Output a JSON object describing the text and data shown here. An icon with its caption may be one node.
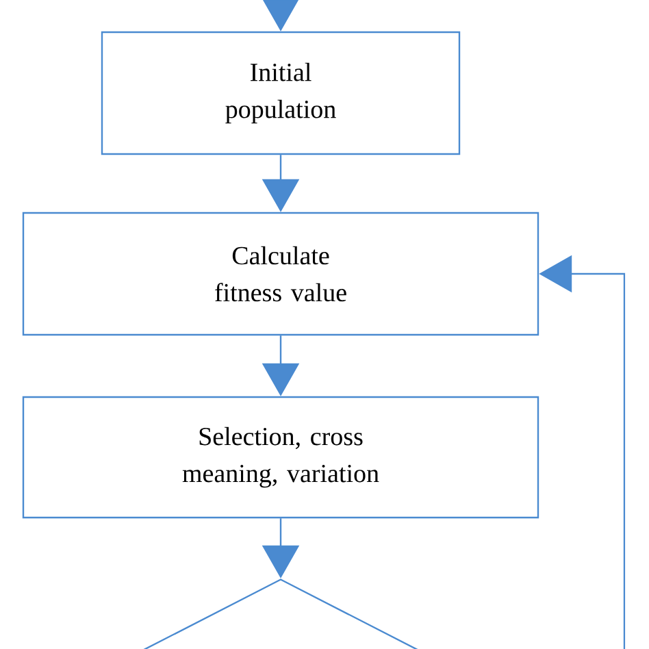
{
  "diagram": {
    "nodes": [
      {
        "text": [
          "Initial population"
        ]
      },
      {
        "text": [
          "Calculate fitness value"
        ]
      },
      {
        "text": [
          "Selection, cross meaning, variation"
        ]
      },
      {
        "text": [],
        "shape": "diamond"
      }
    ],
    "edges": [
      {
        "from": null,
        "to": 0,
        "arrow": "to"
      },
      {
        "from": 0,
        "to": 1,
        "arrow": "to"
      },
      {
        "from": 1,
        "to": 2,
        "arrow": "to"
      },
      {
        "from": 2,
        "to": 3,
        "arrow": "to"
      },
      {
        "from": null,
        "to": 1,
        "arrow": "to"
      }
    ]
  }
}
